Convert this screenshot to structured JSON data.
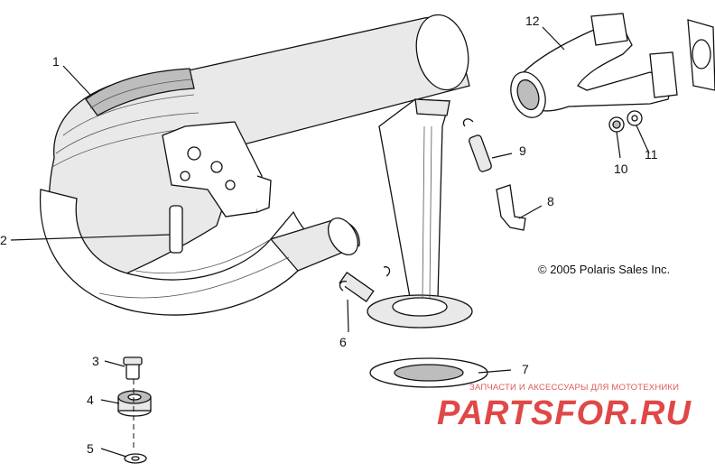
{
  "diagram": {
    "copyright": "© 2005 Polaris Sales Inc.",
    "callouts": [
      "1",
      "2",
      "3",
      "4",
      "5",
      "6",
      "7",
      "8",
      "9",
      "10",
      "11",
      "12"
    ],
    "watermark": {
      "tagline": "ЗАПЧАСТИ И АКСЕССУАРЫ ДЛЯ МОТОТЕХНИКИ",
      "brand": "PARTSFOR.RU",
      "color": "#e04848"
    }
  }
}
